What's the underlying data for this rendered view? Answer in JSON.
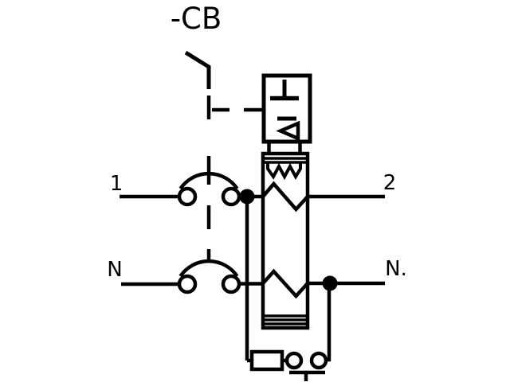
{
  "diagram": {
    "reference_label": "-CB",
    "terminals": {
      "line_in": "1",
      "neutral_in": "N",
      "line_out": "2",
      "neutral_out": "N."
    },
    "colors": {
      "stroke": "#000000",
      "background": "#ffffff"
    },
    "symbols": {
      "actuator": "toggle-actuator-icon",
      "linkage": "mechanical-linkage-dashed-icon",
      "trip_unit": "residual-current-trip-unit-icon",
      "coil": "magnetic-release-coil-icon",
      "overcurrent_line": "thermal-overcurrent-element-icon",
      "overcurrent_neutral": "thermal-overcurrent-element-icon",
      "contact_line": "breaker-contact-icon",
      "contact_neutral": "breaker-contact-icon",
      "test_resistor": "test-resistor-icon",
      "test_button": "test-pushbutton-icon"
    }
  }
}
